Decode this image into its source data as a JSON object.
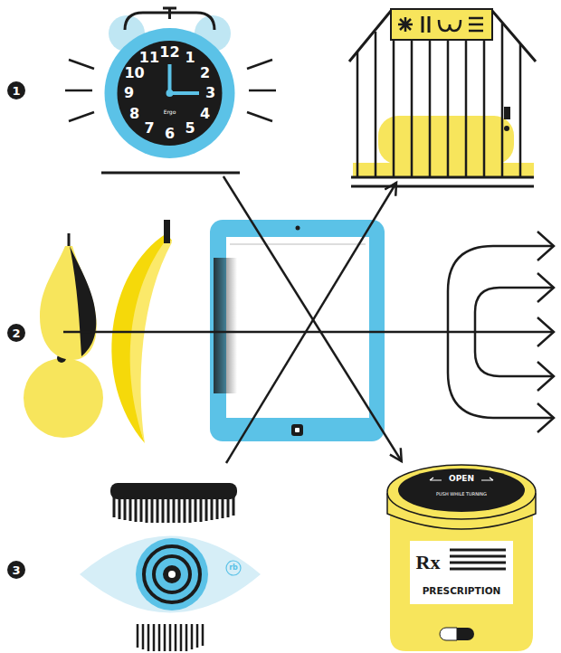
{
  "diagram": {
    "nodes": [
      {
        "text": [
          "12",
          "1",
          "2",
          "3",
          "4",
          "5",
          "6",
          "7",
          "8",
          "9",
          "10",
          "11",
          "Ergo"
        ]
      },
      {
        "text": [
          "rb"
        ]
      },
      {
        "text": [
          "OPEN",
          "PUSH WHILE TURNING",
          "Rx",
          "PRESCRIPTION"
        ]
      }
    ],
    "edges": [
      {
        "from": 0,
        "to": 2,
        "arrow": "to"
      }
    ],
    "labels": [
      "1",
      "2",
      "3"
    ]
  }
}
